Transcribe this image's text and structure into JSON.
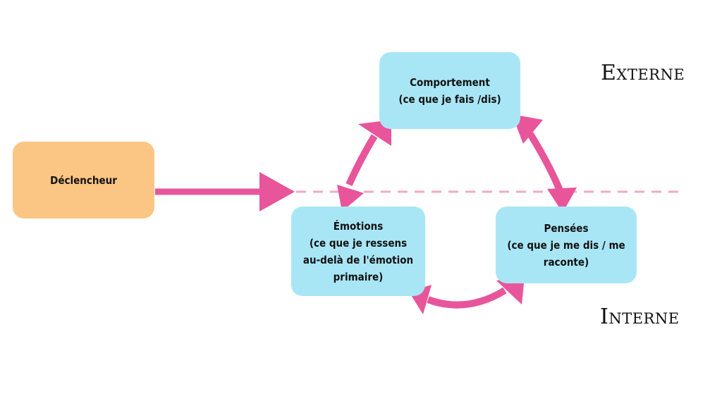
{
  "colors": {
    "trigger_fill": "#fbc583",
    "box_fill": "#a8e6f6",
    "arrow": "#e8559b",
    "divider": "#f2a9c8",
    "text": "#111111"
  },
  "zones": {
    "external": "Externe",
    "internal": "Interne"
  },
  "nodes": {
    "trigger": {
      "label": "Déclencheur"
    },
    "behavior": {
      "title": "Comportement",
      "subtitle": "(ce que je fais /dis)"
    },
    "emotions": {
      "title": "Émotions",
      "line1": "(ce que je ressens",
      "line2": "au-delà de l'émotion",
      "line3": "primaire)"
    },
    "thoughts": {
      "title": "Pensées",
      "line1": "(ce que je me dis / me",
      "line2": "raconte)"
    }
  }
}
